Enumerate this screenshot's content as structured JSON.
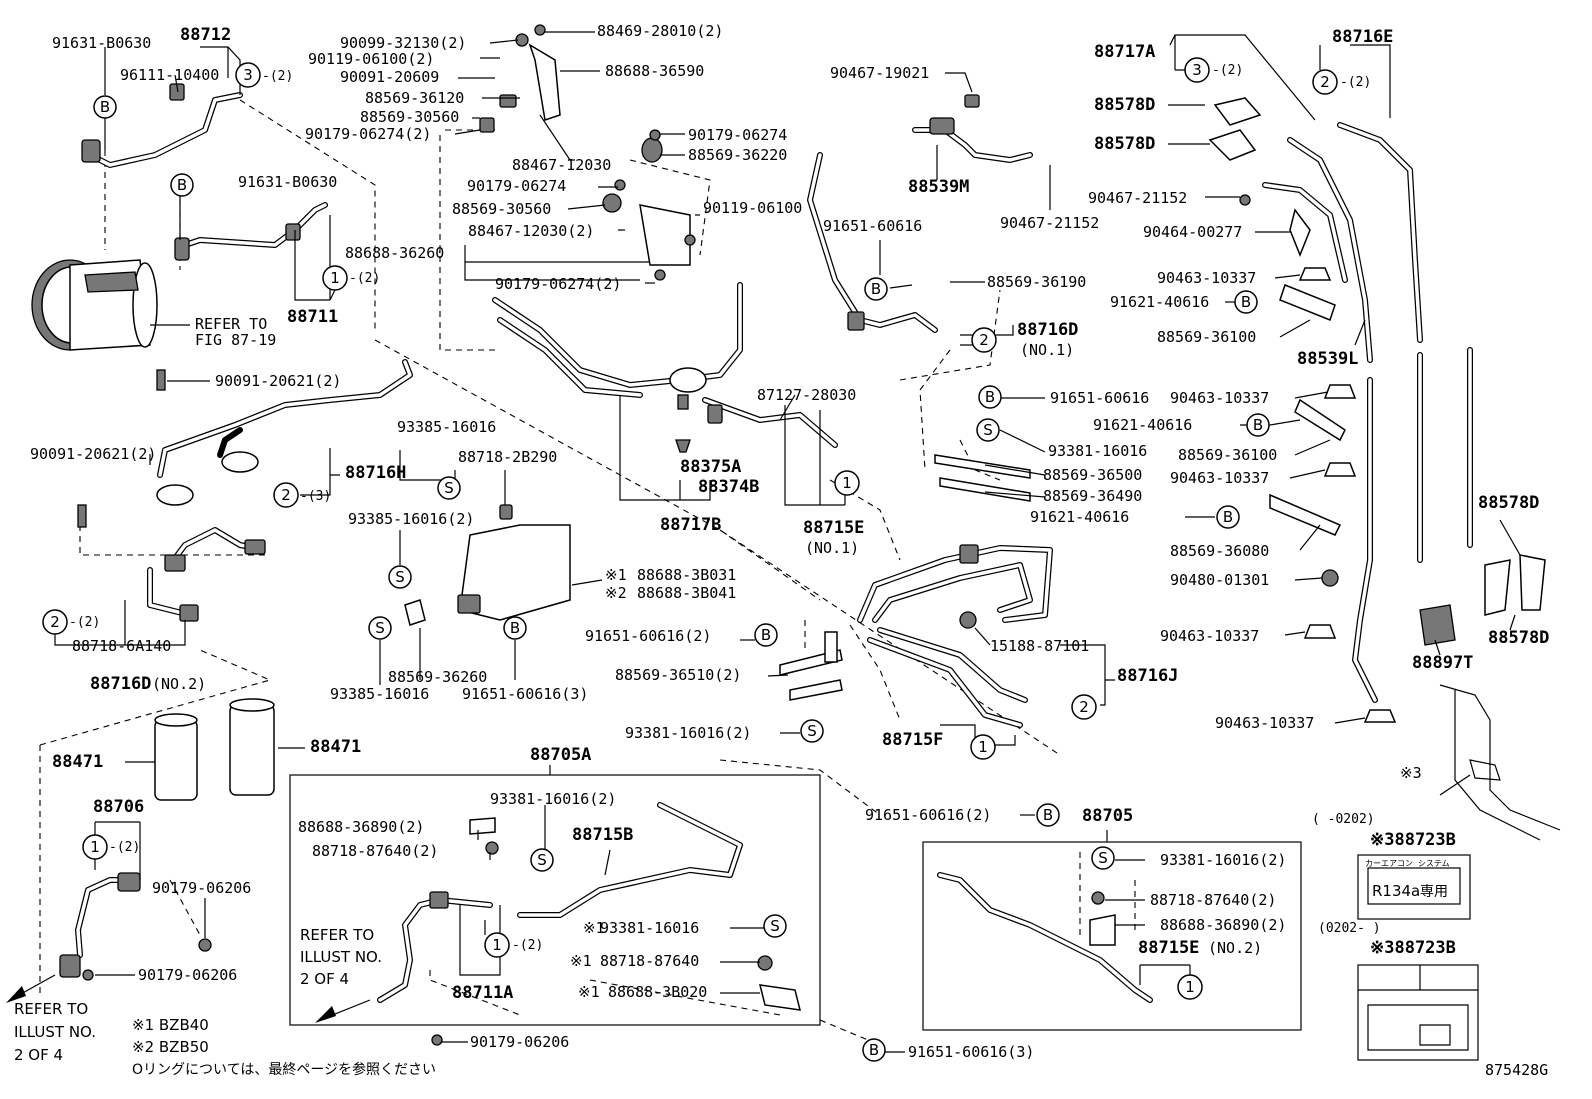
{
  "labels": {
    "p88712": "88712",
    "p91631_top": "91631-B0630",
    "p96111": "96111-10400",
    "p91631_mid": "91631-B0630",
    "p88711": "88711",
    "refer_fig": "REFER TO",
    "refer_fig2": "FIG 87-19",
    "p90091_a": "90091-20621(2)",
    "p90091_b": "90091-20621(2)",
    "p88716H": "88716H",
    "p88716D_no2": "88716D",
    "no2_suffix": "(NO.2)",
    "p88718_6A140": "88718-6A140",
    "p88471_a": "88471",
    "p88471_b": "88471",
    "p88706": "88706",
    "p90179_06206_a": "90179-06206",
    "p90179_06206_b": "90179-06206",
    "p90099": "90099-32130(2)",
    "p90119_a": "90119-06100(2)",
    "p90091_20609": "90091-20609",
    "p88569_36120": "88569-36120",
    "p88569_30560_a": "88569-30560",
    "p90179_06274_a": "90179-06274(2)",
    "p88469": "88469-28010(2)",
    "p88688_36590": "88688-36590",
    "p88467_12030_a": "88467-12030",
    "p90179_06274_b": "90179-06274",
    "p88569_36220": "88569-36220",
    "p90179_06274_c": "90179-06274",
    "p88569_30560_b": "88569-30560",
    "p90119_b": "90119-06100",
    "p88467_12030_b": "88467-12030(2)",
    "p88688_36260": "88688-36260",
    "p90179_06274_d": "90179-06274(2)",
    "p87127": "87127-28030",
    "p88375A": "88375A",
    "p88374B": "88374B",
    "p88717B": "88717B",
    "p88715E_no1": "88715E",
    "no1_a": "(NO.1)",
    "p93385_a": "93385-16016",
    "p88718_2B290": "88718-2B290",
    "p93385_b": "93385-16016(2)",
    "p88688_3B031": "88688-3B031",
    "p88688_3B041": "88688-3B041",
    "p88569_36260": "88569-36260",
    "p93385_c": "93385-16016",
    "p91651_3a": "91651-60616(3)",
    "p91651_2a": "91651-60616(2)",
    "p88569_36510": "88569-36510(2)",
    "p93381_2a": "93381-16016(2)",
    "p88705A": "88705A",
    "p88688_36890_a": "88688-36890(2)",
    "p88718_87640_a": "88718-87640(2)",
    "p93381_2b": "93381-16016(2)",
    "p88715B": "88715B",
    "p93381_s1": "93381-16016",
    "p88718_87640_s1": "88718-87640",
    "p88688_3B020": "88688-3B020",
    "p88711A": "88711A",
    "refer_illust_a1": "REFER TO",
    "refer_illust_a2": "ILLUST NO.",
    "refer_illust_a3": "2 OF 4",
    "p90179_06206_c": "90179-06206",
    "p90467_19021": "90467-19021",
    "p88539M": "88539M",
    "p90467_21152_a": "90467-21152",
    "p91651_b": "91651-60616",
    "p88569_36190": "88569-36190",
    "p88716D_no1": "88716D",
    "no1_b": "(NO.1)",
    "p91651_c": "91651-60616",
    "p93381_c": "93381-16016",
    "p88569_36500": "88569-36500",
    "p88569_36490": "88569-36490",
    "p15188": "15188-87101",
    "p88716J": "88716J",
    "p88715F": "88715F",
    "p91651_2b": "91651-60616(2)",
    "p88705": "88705",
    "p93381_2c": "93381-16016(2)",
    "p88718_87640_b": "88718-87640(2)",
    "p88688_36890_b": "88688-36890(2)",
    "p88715E_no2": "88715E",
    "no2_b": "(NO.2)",
    "p91651_3b": "91651-60616(3)",
    "p88717A": "88717A",
    "p88716E": "88716E",
    "p88578D_a": "88578D",
    "p88578D_b": "88578D",
    "p90467_21152_b": "90467-21152",
    "p90464": "90464-00277",
    "p90463_a": "90463-10337",
    "p91621_a": "91621-40616",
    "p88569_36100_a": "88569-36100",
    "p88539L": "88539L",
    "p90463_b": "90463-10337",
    "p91621_b": "91621-40616",
    "p88569_36100_b": "88569-36100",
    "p90463_c": "90463-10337",
    "p91621_c": "91621-40616",
    "p88569_36080": "88569-36080",
    "p90480": "90480-01301",
    "p90463_d": "90463-10337",
    "p90463_e": "90463-10337",
    "p88578D_c": "88578D",
    "p88578D_d": "88578D",
    "p88897T": "88897T",
    "mark3": "※3",
    "p88723B_a": "※388723B",
    "p88723B_b": "※388723B",
    "range_a": "(      -0202)",
    "range_b": "(0202-      )",
    "label_r134a": "R134a",
    "label_senyo": "専用",
    "label_system": "カーエアコン システム",
    "refer_illust_b1": "REFER TO",
    "refer_illust_b2": "ILLUST NO.",
    "refer_illust_b3": "2 OF 4",
    "note1": "※1 BZB40",
    "note2": "※2 BZB50",
    "note_jp": "Oリングについては、最終ページを参照ください",
    "fig_id": "875428G",
    "mark1a": "※1",
    "mark2a": "※2",
    "mark1b": "※1",
    "mark1c": "※1",
    "mark1d": "※1",
    "qty2": "-(2)",
    "qty3": "-(3)",
    "c1": "1",
    "c2": "2",
    "c3": "3",
    "cB": "B",
    "cS": "S"
  }
}
